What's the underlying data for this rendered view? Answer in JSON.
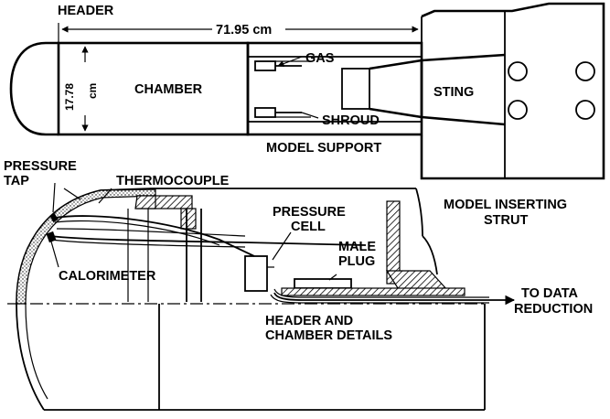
{
  "labels": {
    "header": "HEADER",
    "length_dim": "71.95 cm",
    "diameter_value": "17.78",
    "diameter_unit": "cm",
    "chamber": "CHAMBER",
    "gas": "GAS",
    "sting": "STING",
    "shroud": "SHROUD",
    "model_support": "MODEL SUPPORT",
    "pressure_tap_1": "PRESSURE",
    "pressure_tap_2": "TAP",
    "thermocouple": "THERMOCOUPLE",
    "model_inserting_1": "MODEL INSERTING",
    "model_inserting_2": "STRUT",
    "pressure_cell_1": "PRESSURE",
    "pressure_cell_2": "CELL",
    "male_plug_1": "MALE",
    "male_plug_2": "PLUG",
    "calorimeter": "CALORIMETER",
    "to_data_1": "TO DATA",
    "to_data_2": "REDUCTION",
    "details_1": "HEADER AND",
    "details_2": "CHAMBER DETAILS"
  }
}
